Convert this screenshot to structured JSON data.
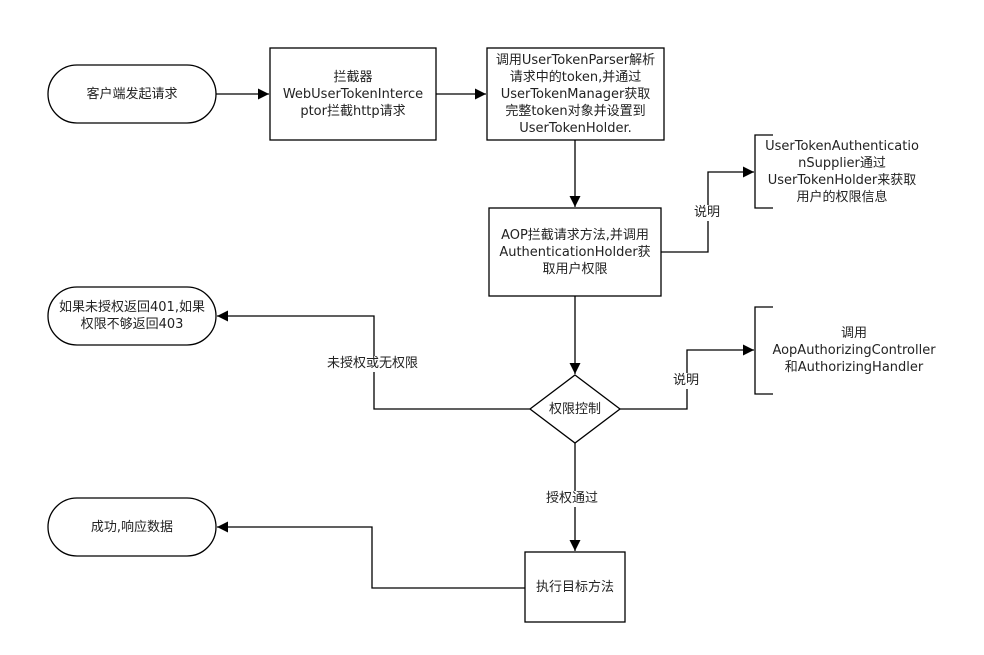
{
  "colors": {
    "stroke": "#000000",
    "text": "#222222",
    "background": "#ffffff"
  },
  "nodes": {
    "client_request": "客户端发起请求",
    "interceptor": "拦截器\nWebUserTokenInterce\nptor拦截http请求",
    "parse_token": "调用UserTokenParser解析\n请求中的token,并通过\nUserTokenManager获取\n完整token对象并设置到\nUserTokenHolder.",
    "aop_intercept": "AOP拦截请求方法,并调用\nAuthenticationHolder获\n取用户权限",
    "auth_supplier_note": "UserTokenAuthenticatio\nnSupplier通过\nUserTokenHolder来获取\n用户的权限信息",
    "unauthorized_result": "如果未授权返回401,如果\n权限不够返回403",
    "permission_check": "权限控制",
    "controller_note": "调用\nAopAuthorizingController\n和AuthorizingHandler",
    "success_result": "成功,响应数据",
    "execute_method": "执行目标方法"
  },
  "edge_labels": {
    "explain_1": "说明",
    "explain_2": "说明",
    "unauthorized": "未授权或无权限",
    "authorized": "授权通过"
  }
}
